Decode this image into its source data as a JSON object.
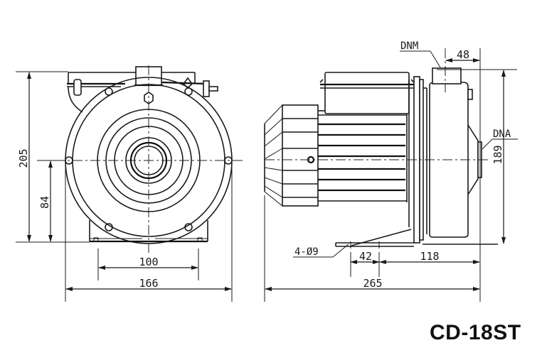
{
  "model": "CD-18ST",
  "colors": {
    "line": "#1a1a1a",
    "background": "#ffffff"
  },
  "front_view": {
    "dimensions": {
      "overall_height": "205",
      "shaft_center_height": "84",
      "foot_hole_spacing": "100",
      "overall_width": "166"
    }
  },
  "side_view": {
    "labels": {
      "outlet": "DNM",
      "inlet": "DNA",
      "mounting_holes": "4-Ø9"
    },
    "dimensions": {
      "outlet_offset": "48",
      "pump_height": "189",
      "foot_hole_spacing": "42",
      "foot_to_inlet": "118",
      "overall_length": "265"
    }
  }
}
